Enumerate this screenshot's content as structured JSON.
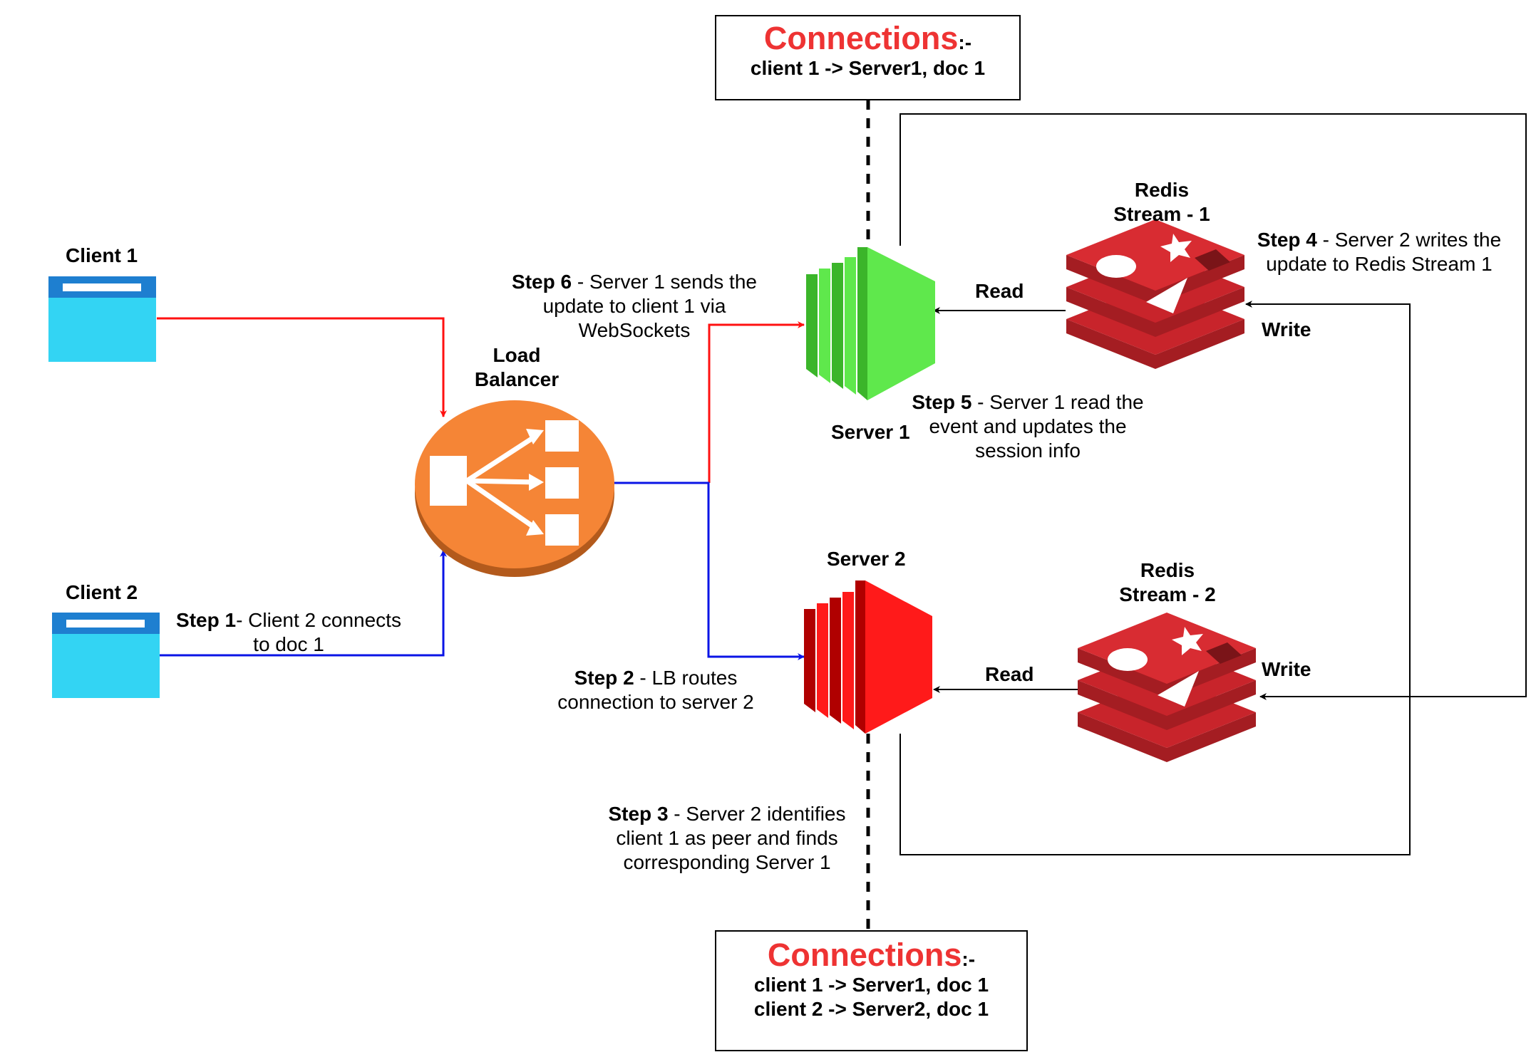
{
  "colors": {
    "client": "#33d4f3",
    "client_bar": "#1e7fd0",
    "load_balancer": "#f58536",
    "server1": "#5fe84c",
    "server2": "#ff1a1a",
    "redis": "#c8242b",
    "red_arrow": "#ff1111",
    "blue_arrow": "#0a14e6",
    "connections_title": "#ee3333"
  },
  "icons": {
    "client": "browser-window-icon",
    "load_balancer": "load-balancer-icon",
    "server": "server-icon",
    "redis": "redis-stream-icon"
  },
  "nodes": {
    "client1": {
      "label": "Client 1"
    },
    "client2": {
      "label": "Client 2"
    },
    "load_balancer": {
      "label_line1": "Load",
      "label_line2": "Balancer"
    },
    "server1": {
      "label": "Server 1"
    },
    "server2": {
      "label": "Server 2"
    },
    "redis1": {
      "label_line1": "Redis",
      "label_line2": "Stream - 1"
    },
    "redis2": {
      "label_line1": "Redis",
      "label_line2": "Stream - 2"
    }
  },
  "edge_labels": {
    "read1": "Read",
    "write1": "Write",
    "read2": "Read",
    "write2": "Write"
  },
  "steps": {
    "step1": {
      "head": "Step 1",
      "text1": "- Client 2 connects",
      "text2": "to doc 1"
    },
    "step2": {
      "head": "Step 2",
      "text1": " - LB routes",
      "text2": "connection to server 2"
    },
    "step3": {
      "head": "Step 3",
      "text1": " - Server 2 identifies",
      "text2": "client 1 as peer and finds",
      "text3": "corresponding Server 1"
    },
    "step4": {
      "head": "Step 4",
      "text1": " - Server 2 writes the",
      "text2": "update to Redis Stream 1"
    },
    "step5": {
      "head": "Step 5",
      "text1": " - Server 1 read the",
      "text2": "event and updates the",
      "text3": "session info"
    },
    "step6": {
      "head": "Step 6",
      "text1": " - Server 1 sends the",
      "text2": "update to client 1 via",
      "text3": "WebSockets"
    }
  },
  "connections_top": {
    "title": "Connections",
    "suffix": ":-",
    "lines": [
      "client 1 -> Server1, doc 1"
    ]
  },
  "connections_bottom": {
    "title": "Connections",
    "suffix": ":-",
    "lines": [
      "client 1 -> Server1, doc 1",
      "client 2 -> Server2, doc 1"
    ]
  }
}
